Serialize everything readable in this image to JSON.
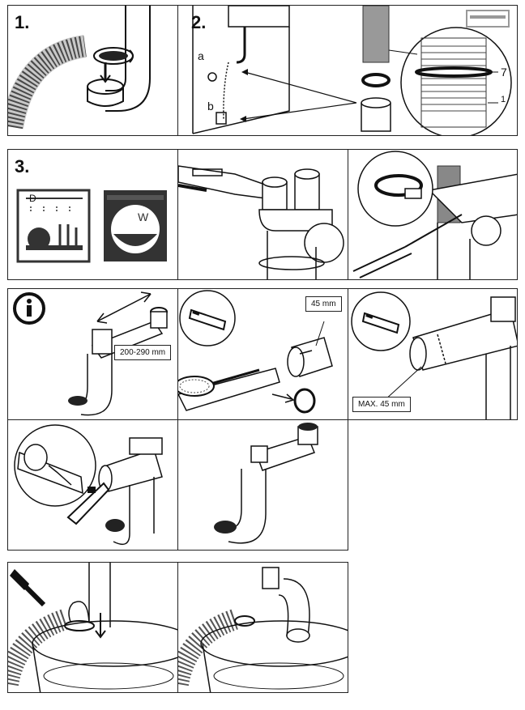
{
  "steps": {
    "s1": "1.",
    "s2": "2.",
    "s3": "3."
  },
  "labels": {
    "a": "a",
    "b": "b",
    "n7": "7",
    "n1": "1",
    "d": "D",
    "w": "W"
  },
  "callouts": {
    "range": "200-290 mm",
    "cut45": "45 mm",
    "max45": "MAX. 45 mm"
  },
  "icons": [
    "saw-icon",
    "dishwasher-icon",
    "washing-machine-icon",
    "info-icon",
    "wrench-icon"
  ],
  "colors": {
    "line": "#111111",
    "hose": "#555555",
    "fill_dark": "#222222",
    "appliance": "#333333"
  }
}
